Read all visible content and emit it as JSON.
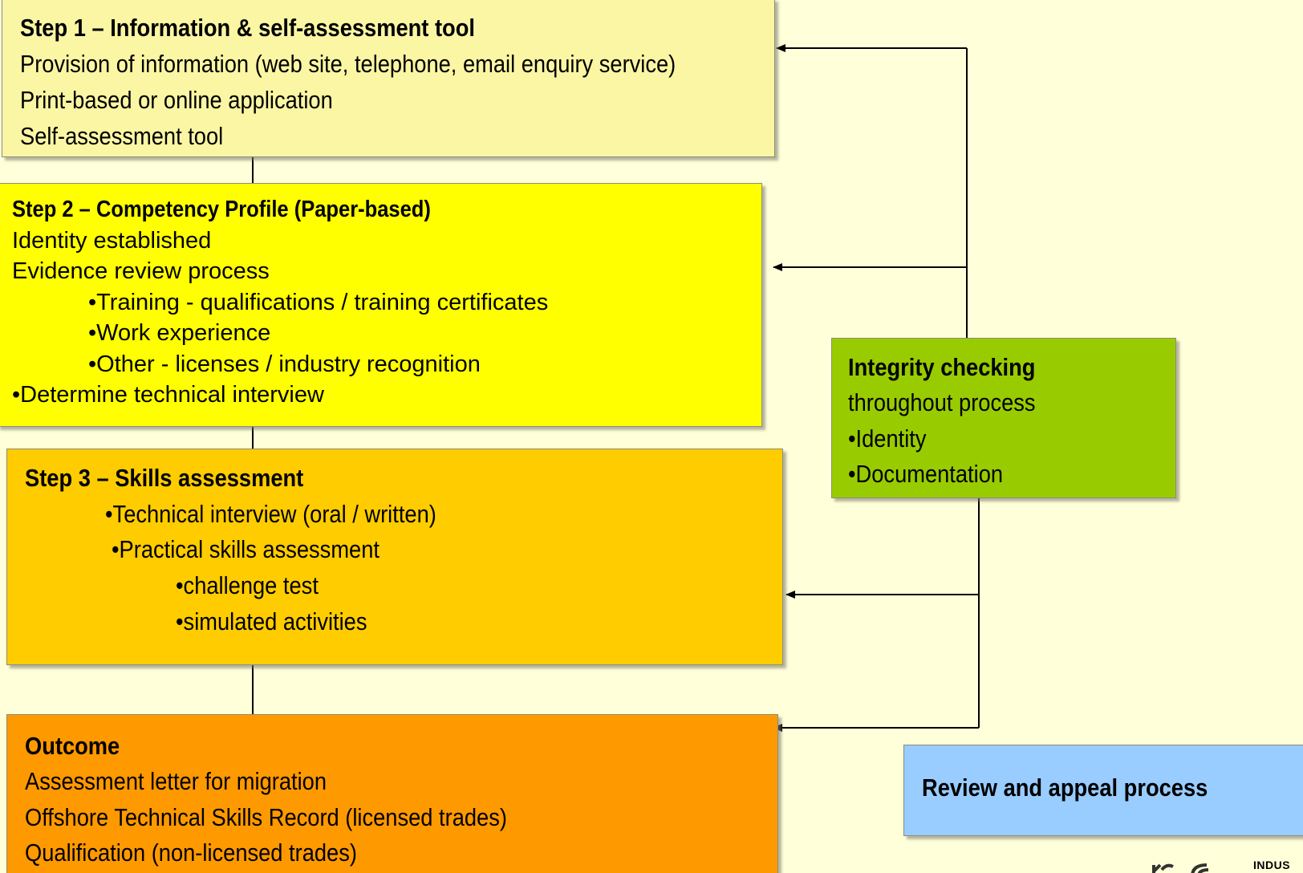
{
  "step1": {
    "title": "Step 1 – Information & self-assessment tool",
    "lines": [
      "Provision of information (web site, telephone, email enquiry service)",
      "Print-based or online application",
      "Self-assessment tool"
    ]
  },
  "step2": {
    "title": "Step 2 – Competency Profile (Paper-based)",
    "lines": [
      "Identity established",
      "Evidence review process",
      "•Training - qualifications / training certificates",
      "•Work experience",
      "•Other - licenses / industry recognition",
      "•Determine technical interview"
    ]
  },
  "step3": {
    "title": "Step 3 – Skills assessment",
    "lines": [
      "•Technical interview (oral / written)",
      "•Practical skills assessment",
      "•challenge test",
      "•simulated activities"
    ]
  },
  "outcome": {
    "title": "Outcome",
    "lines": [
      "Assessment letter for migration",
      "Offshore Technical Skills Record (licensed trades)",
      "Qualification (non-licensed trades)"
    ]
  },
  "integrity": {
    "title": "Integrity checking",
    "lines": [
      "throughout process",
      "•Identity",
      "•Documentation"
    ]
  },
  "review": {
    "title": "Review and appeal process"
  },
  "logo": {
    "text": "INDUS"
  },
  "colors": {
    "background": "#ffffd9",
    "step1": "#fbf6a3",
    "step2": "#ffff00",
    "step3": "#ffcc00",
    "outcome": "#ff9900",
    "integrity": "#99cc00",
    "review": "#99ccff",
    "connector": "#000000"
  }
}
